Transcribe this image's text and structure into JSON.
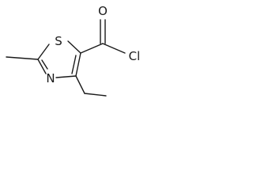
{
  "molecule": {
    "atoms": {
      "sulfur": "S",
      "nitrogen": "N",
      "carbonyl_oxygen": "O",
      "chlorine": "Cl"
    }
  },
  "colors": {
    "ink": "#1a1a1a",
    "background": "#ffffff"
  }
}
